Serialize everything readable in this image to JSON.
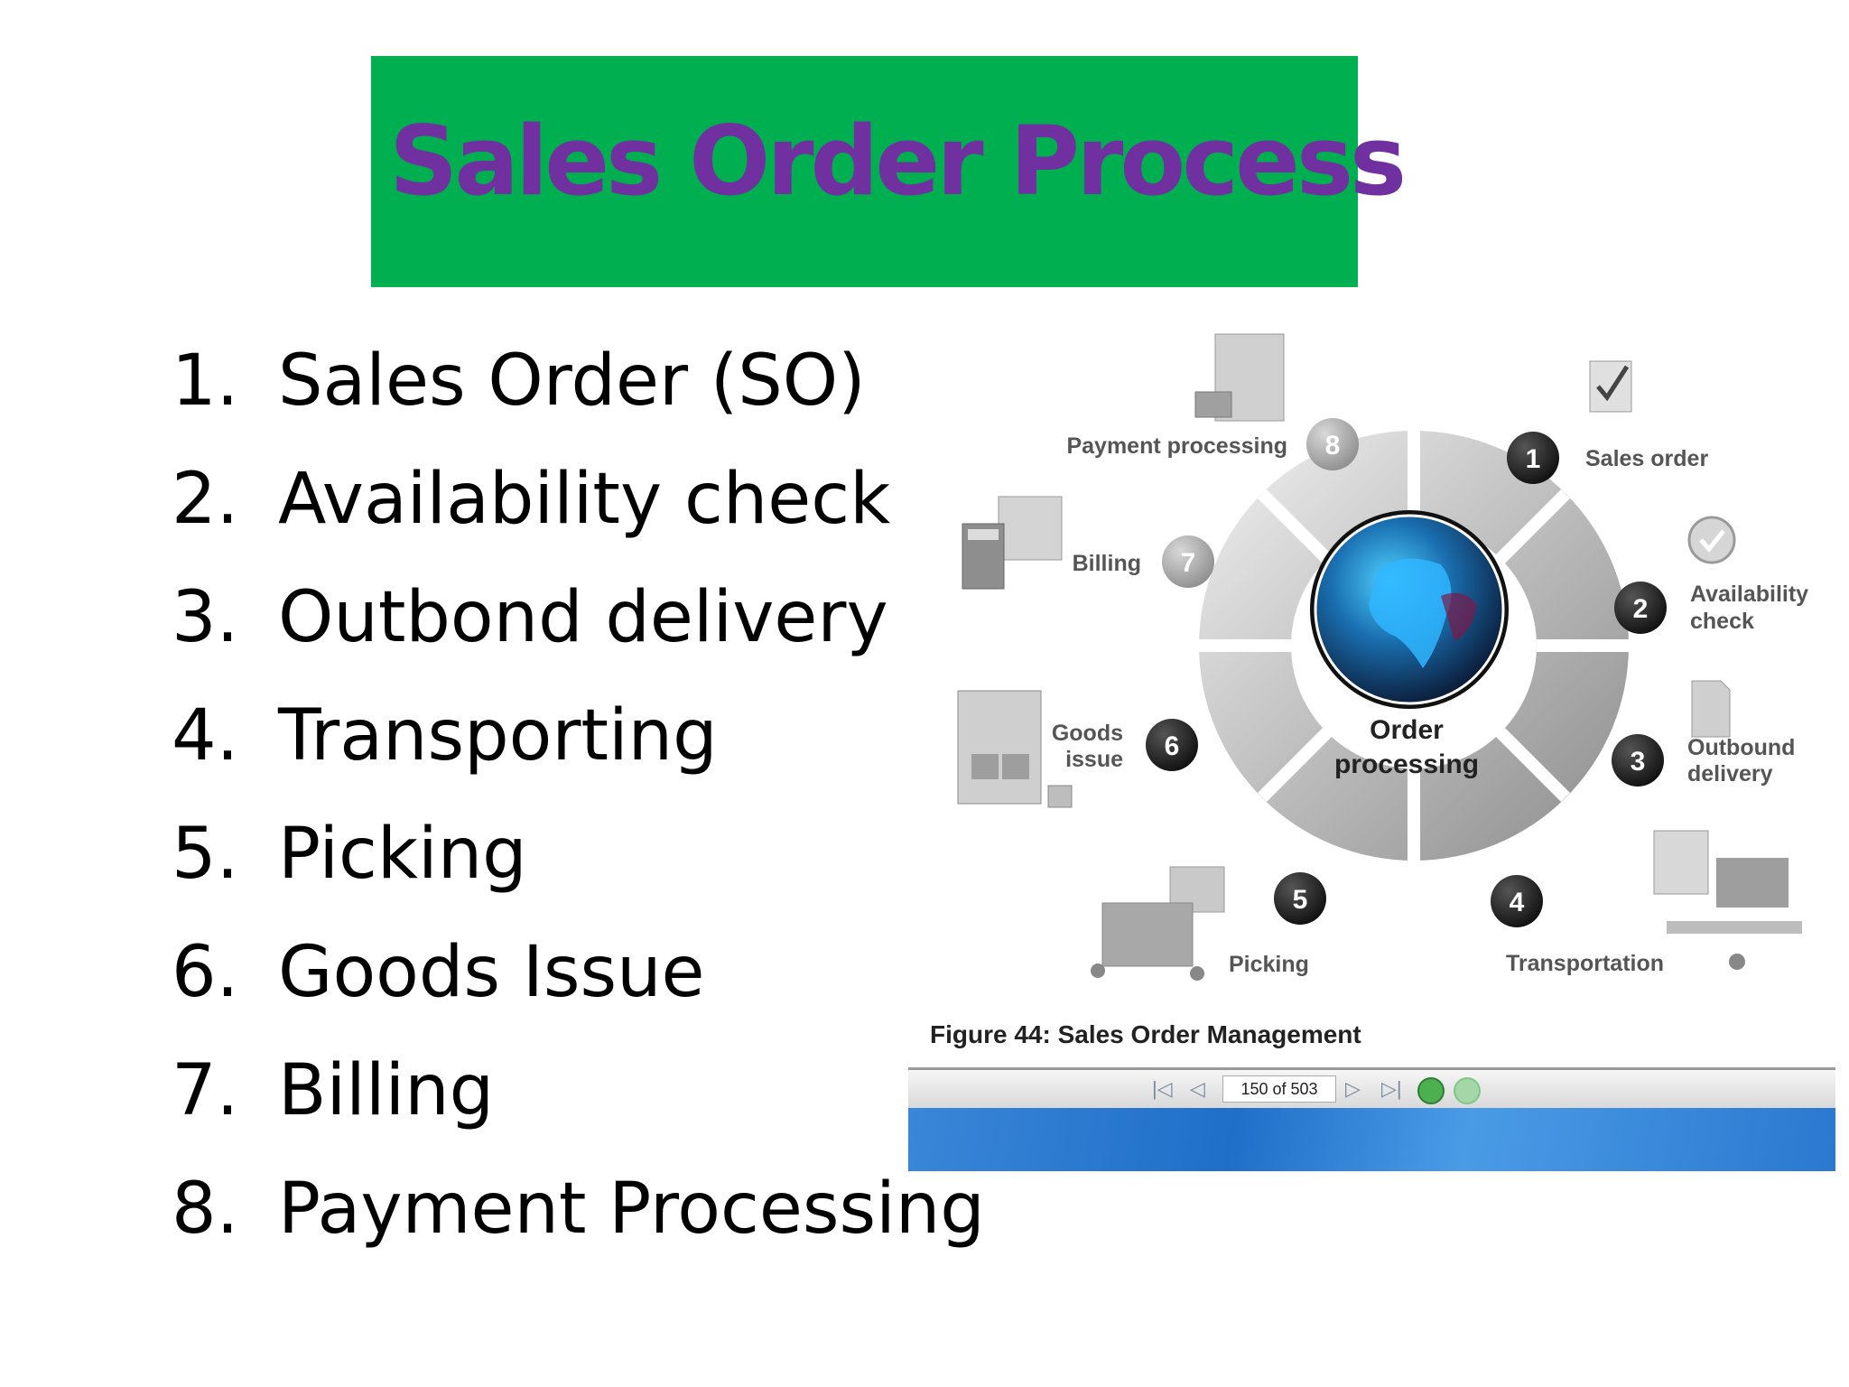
{
  "title": "Sales Order Process",
  "steps": [
    {
      "num": "1.",
      "label": "Sales Order (SO)"
    },
    {
      "num": "2.",
      "label": "Availability check"
    },
    {
      "num": "3.",
      "label": "Outbond delivery"
    },
    {
      "num": "4.",
      "label": "Transporting"
    },
    {
      "num": "5.",
      "label": "Picking"
    },
    {
      "num": "6.",
      "label": "Goods Issue"
    },
    {
      "num": "7.",
      "label": "Billing"
    },
    {
      "num": "8.",
      "label": "Payment Processing"
    }
  ],
  "diagram": {
    "center_label_line1": "Order",
    "center_label_line2": "processing",
    "nodes": [
      {
        "num": "1",
        "label1": "Sales order",
        "label2": "",
        "icon": "checklist-icon"
      },
      {
        "num": "2",
        "label1": "Availability",
        "label2": "check",
        "icon": "checkmark-circle-icon"
      },
      {
        "num": "3",
        "label1": "Outbound",
        "label2": "delivery",
        "icon": "document-icon"
      },
      {
        "num": "4",
        "label1": "Transportation",
        "label2": "",
        "icon": "truck-icon"
      },
      {
        "num": "5",
        "label1": "Picking",
        "label2": "",
        "icon": "pallet-cart-icon"
      },
      {
        "num": "6",
        "label1": "Goods",
        "label2": "issue",
        "icon": "warehouse-icon"
      },
      {
        "num": "7",
        "label1": "Billing",
        "label2": "",
        "icon": "cash-register-icon"
      },
      {
        "num": "8",
        "label1": "Payment processing",
        "label2": "",
        "icon": "money-icon"
      }
    ],
    "caption": "Figure 44:  Sales Order Management"
  },
  "viewer": {
    "page_indicator": "150 of 503",
    "accent_green": "#4caf50",
    "bar_blue": "#2a78d0"
  },
  "colors": {
    "title_bg": "#00b050",
    "title_text": "#7030a0"
  }
}
